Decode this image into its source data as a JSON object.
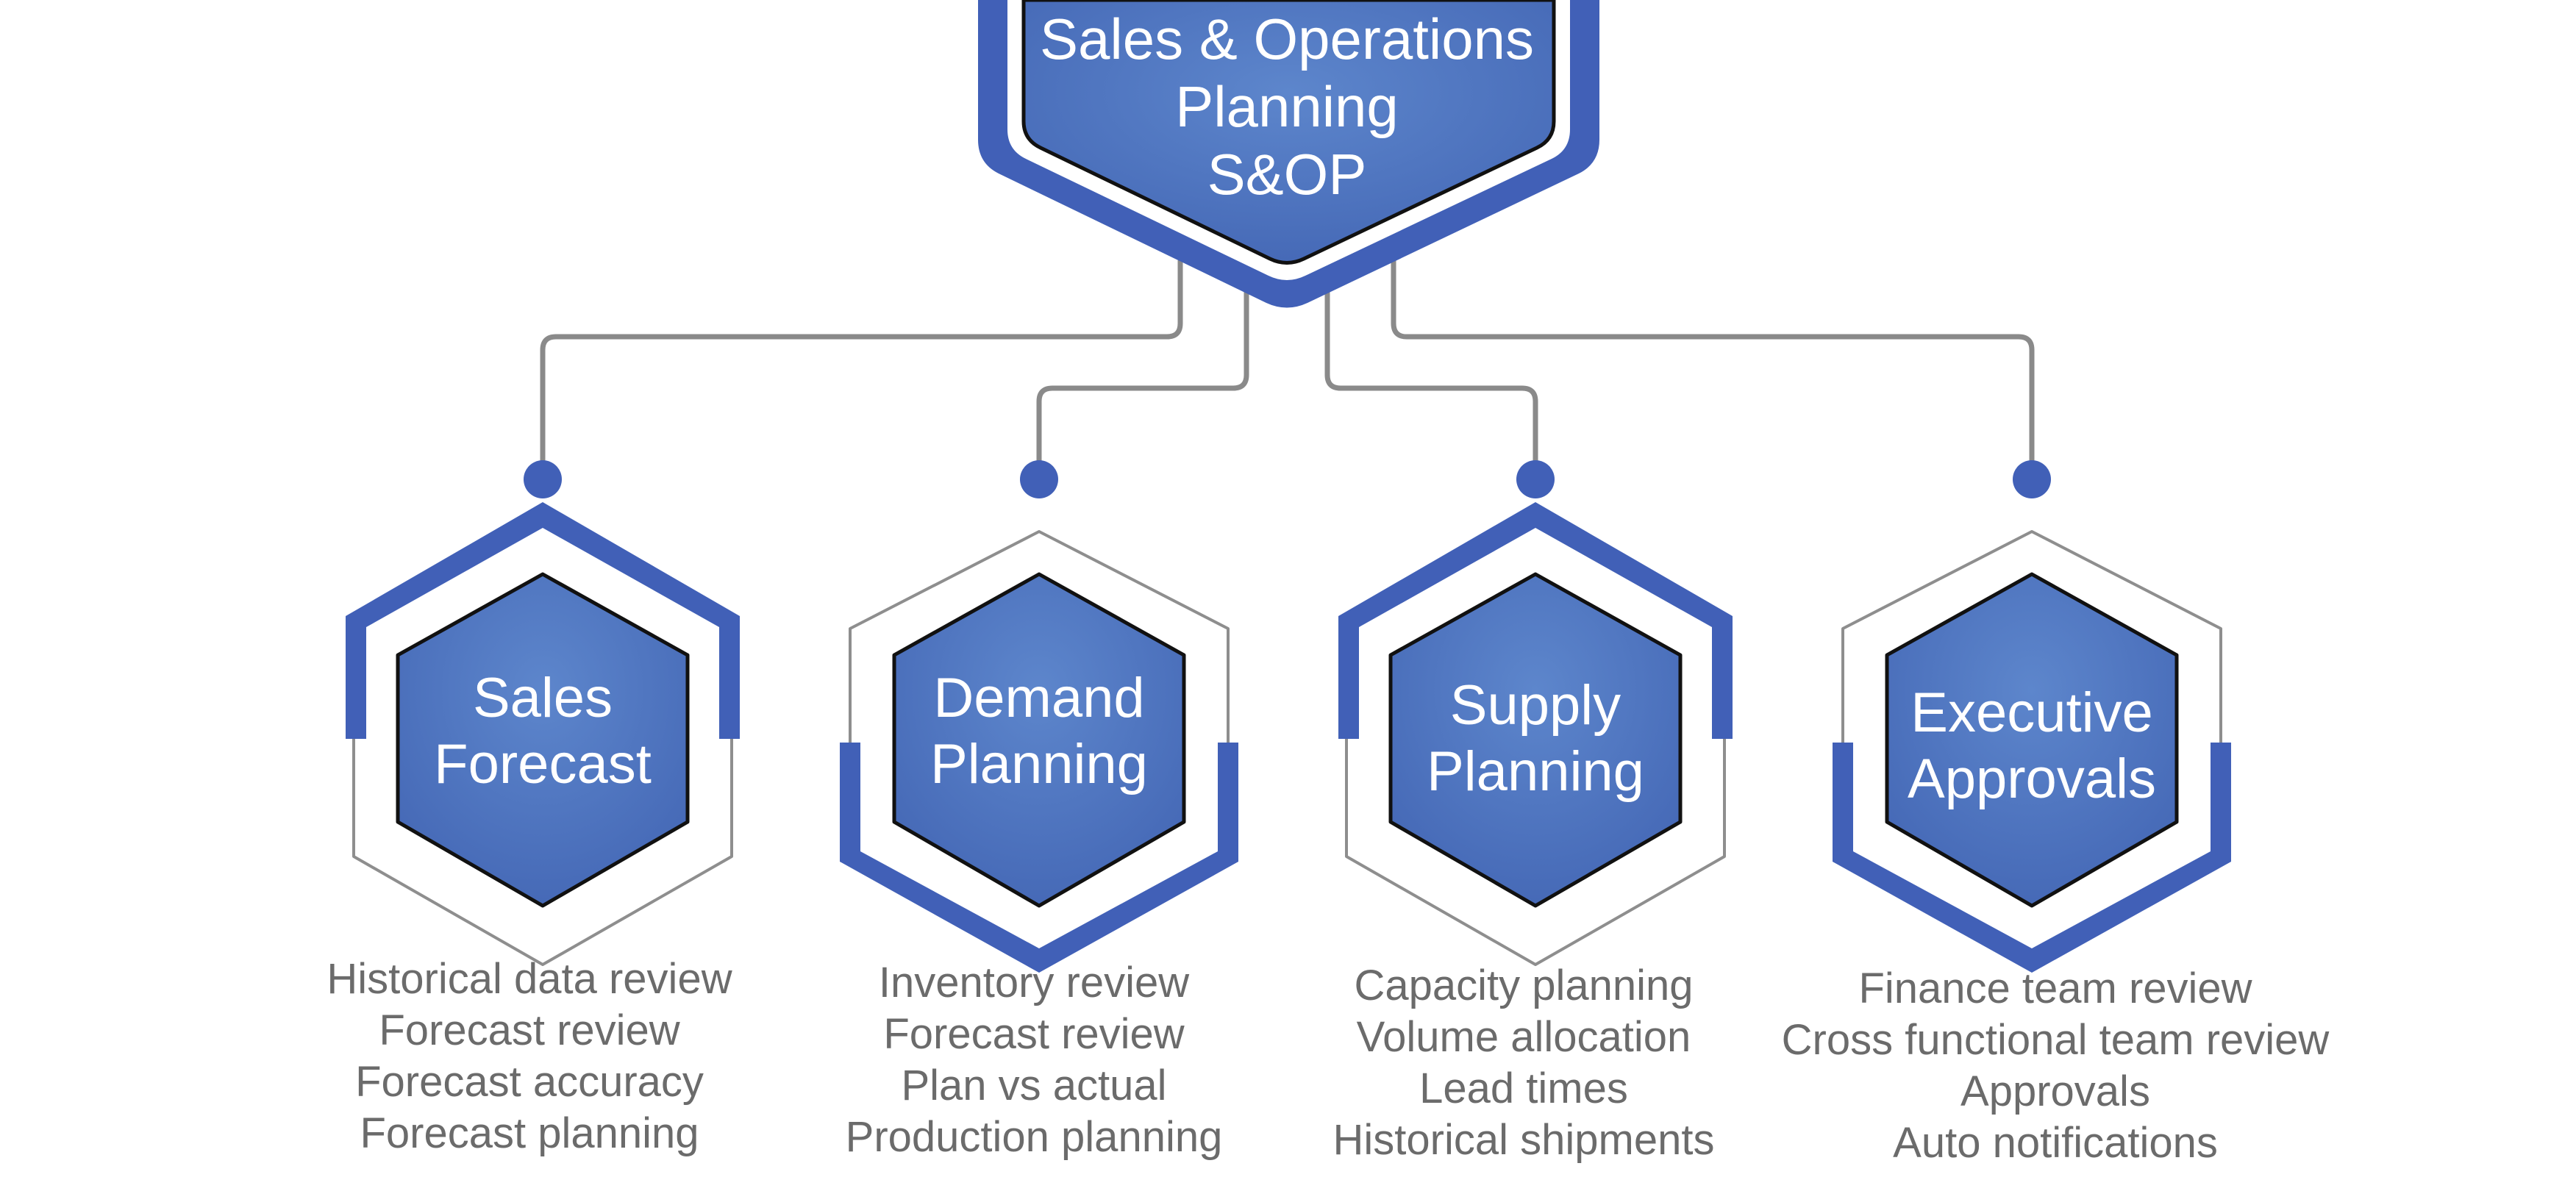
{
  "diagram": {
    "colors": {
      "hex_fill": "#4a6fbf",
      "hex_fill_light": "#5d86cc",
      "accent": "#4160b7",
      "connector": "#8a8a8a",
      "list_text": "#6b6b6b",
      "label_text": "#ffffff"
    },
    "root": {
      "lines": [
        "Sales & Operations",
        "Planning",
        "S&OP"
      ]
    },
    "branches": [
      {
        "lines": [
          "Sales",
          "Forecast"
        ],
        "items": [
          "Historical data review",
          "Forecast review",
          "Forecast accuracy",
          "Forecast planning"
        ]
      },
      {
        "lines": [
          "Demand",
          "Planning"
        ],
        "items": [
          "Inventory review",
          "Forecast review",
          "Plan vs actual",
          "Production planning"
        ]
      },
      {
        "lines": [
          "Supply",
          "Planning"
        ],
        "items": [
          "Capacity planning",
          "Volume allocation",
          "Lead times",
          "Historical shipments"
        ]
      },
      {
        "lines": [
          "Executive",
          "Approvals"
        ],
        "items": [
          "Finance team review",
          "Cross functional team review",
          "Approvals",
          "Auto notifications"
        ]
      }
    ]
  }
}
